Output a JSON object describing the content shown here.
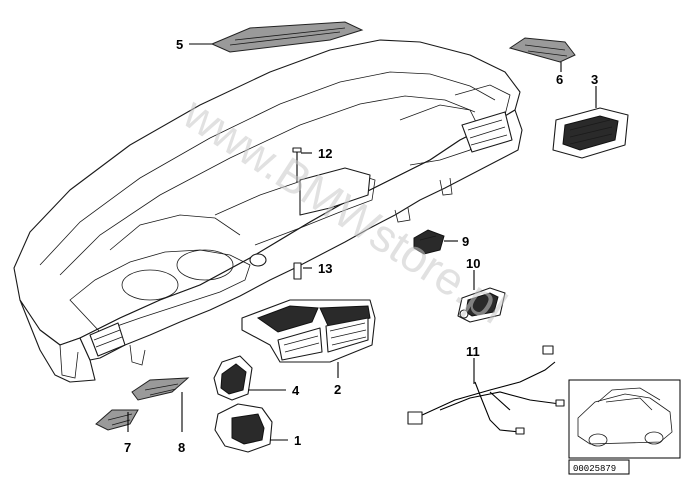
{
  "diagram": {
    "watermark": "www.BMWstore.pl",
    "reference_number": "00025879",
    "part_labels": [
      {
        "id": "1",
        "text": "1"
      },
      {
        "id": "2",
        "text": "2"
      },
      {
        "id": "3",
        "text": "3"
      },
      {
        "id": "4",
        "text": "4"
      },
      {
        "id": "5",
        "text": "5"
      },
      {
        "id": "6",
        "text": "6"
      },
      {
        "id": "7",
        "text": "7"
      },
      {
        "id": "8",
        "text": "8"
      },
      {
        "id": "9",
        "text": "9"
      },
      {
        "id": "10",
        "text": "10"
      },
      {
        "id": "11",
        "text": "11"
      },
      {
        "id": "12",
        "text": "12"
      },
      {
        "id": "13",
        "text": "13"
      }
    ]
  }
}
